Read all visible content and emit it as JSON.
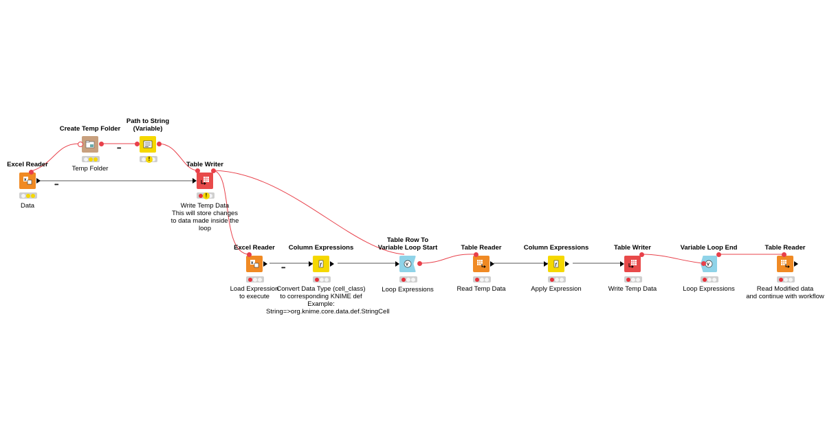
{
  "workflow": {
    "nodes": [
      {
        "id": "excel_reader_1",
        "title": "Excel Reader",
        "label": "Data",
        "color": "#f08a24",
        "icon": "excel-reader-icon",
        "status": [
          "gray",
          "yellow",
          "yellow"
        ]
      },
      {
        "id": "create_temp_folder",
        "title": "Create Temp Folder",
        "label": "Temp Folder",
        "color": "#c8a07e",
        "icon": "folder-icon",
        "status": [
          "gray",
          "yellow",
          "yellow"
        ]
      },
      {
        "id": "path_to_string",
        "title": "Path to String\n(Variable)",
        "label": "",
        "color": "#f5d800",
        "icon": "path-to-string-icon",
        "warning": true
      },
      {
        "id": "table_writer_1",
        "title": "Table Writer",
        "label": "Write Temp Data\nThis will store changes\nto data made inside the\nloop",
        "color": "#e84a4a",
        "icon": "table-writer-icon",
        "warning": true,
        "status": [
          "red",
          "gray",
          "gray"
        ]
      },
      {
        "id": "excel_reader_2",
        "title": "Excel Reader",
        "label": "Load Expression\nto execute",
        "color": "#f08a24",
        "icon": "excel-reader-icon",
        "status": [
          "red",
          "gray",
          "gray"
        ]
      },
      {
        "id": "column_expressions_1",
        "title": "Column Expressions",
        "label": "Convert Data Type (cell_class)\nto corresponding KNIME def\nExample:\nString=>org.knime.core.data.def.StringCell",
        "color": "#f5d800",
        "icon": "column-expressions-icon",
        "status": [
          "red",
          "gray",
          "gray"
        ]
      },
      {
        "id": "loop_start",
        "title": "Table Row To\nVariable Loop Start",
        "label": "Loop Expressions",
        "color": "#8fd3e8",
        "icon": "loop-start-icon",
        "status": [
          "red",
          "gray",
          "gray"
        ]
      },
      {
        "id": "table_reader_1",
        "title": "Table Reader",
        "label": "Read Temp Data",
        "color": "#f08a24",
        "icon": "table-reader-icon",
        "status": [
          "red",
          "gray",
          "gray"
        ]
      },
      {
        "id": "column_expressions_2",
        "title": "Column Expressions",
        "label": "Apply Expression",
        "color": "#f5d800",
        "icon": "column-expressions-icon",
        "status": [
          "red",
          "gray",
          "gray"
        ]
      },
      {
        "id": "table_writer_2",
        "title": "Table Writer",
        "label": "Write Temp Data",
        "color": "#e84a4a",
        "icon": "table-writer-icon",
        "status": [
          "red",
          "gray",
          "gray"
        ]
      },
      {
        "id": "loop_end",
        "title": "Variable Loop End",
        "label": "Loop Expressions",
        "color": "#8fd3e8",
        "icon": "loop-end-icon",
        "status": [
          "red",
          "gray",
          "gray"
        ]
      },
      {
        "id": "table_reader_2",
        "title": "Table Reader",
        "label": "Read Modified data\nand continue with workflow",
        "color": "#f08a24",
        "icon": "table-reader-icon",
        "status": [
          "red",
          "gray",
          "gray"
        ]
      }
    ]
  }
}
